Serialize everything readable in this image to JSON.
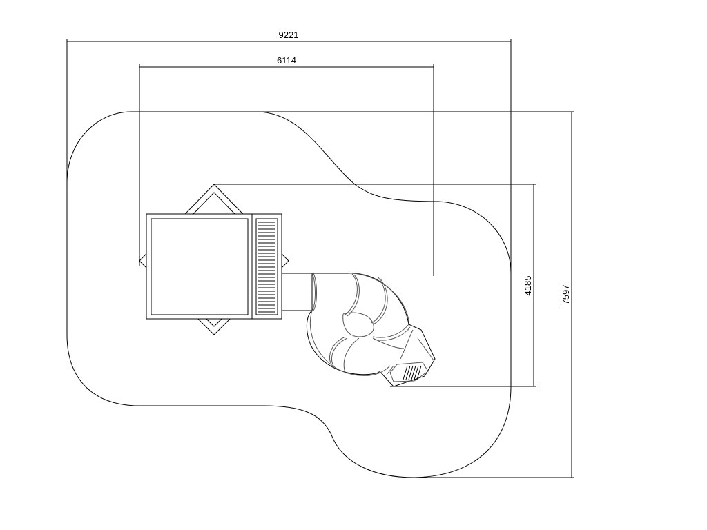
{
  "drawing": {
    "dimensions": {
      "overall_width": "9221",
      "inner_width": "6114",
      "overall_depth": "7597",
      "inner_depth": "4185"
    }
  }
}
